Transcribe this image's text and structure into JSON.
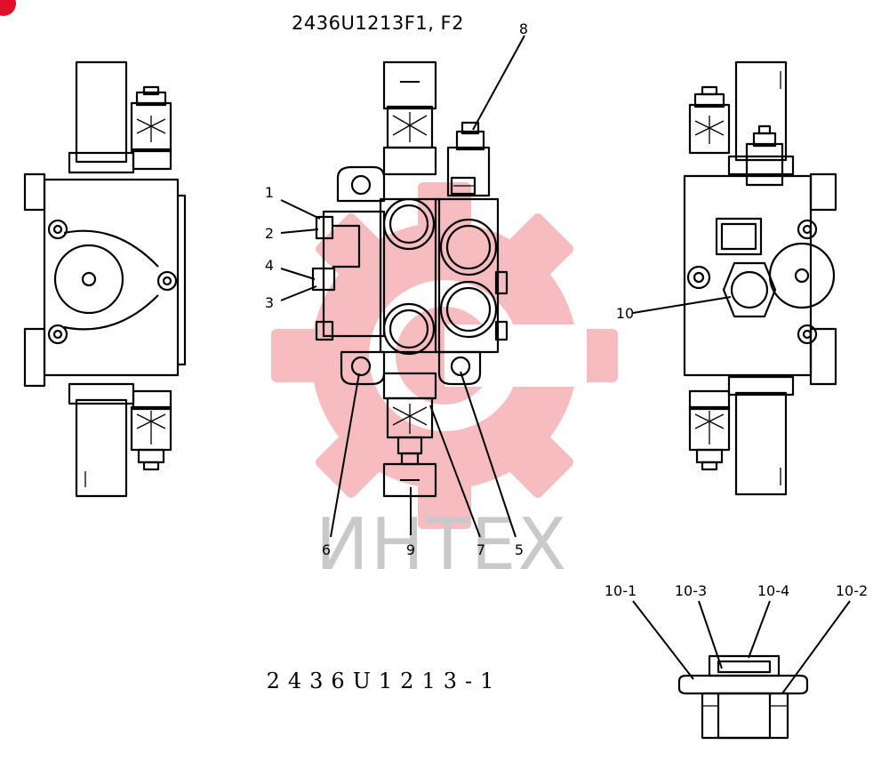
{
  "drawing": {
    "title": "2436U1213F1, F2",
    "caption": "2436U1213-1",
    "watermark_text": "ИНТЕХ",
    "watermark_color": "#f4a3a8",
    "corner_badge_color": "#e0102a"
  },
  "callouts": [
    {
      "id": "c1",
      "label": "1"
    },
    {
      "id": "c2",
      "label": "2"
    },
    {
      "id": "c3",
      "label": "3"
    },
    {
      "id": "c4",
      "label": "4"
    },
    {
      "id": "c5",
      "label": "5"
    },
    {
      "id": "c6",
      "label": "6"
    },
    {
      "id": "c7",
      "label": "7"
    },
    {
      "id": "c8",
      "label": "8"
    },
    {
      "id": "c9",
      "label": "9"
    },
    {
      "id": "c10",
      "label": "10"
    }
  ],
  "detail_callouts": [
    {
      "id": "d1",
      "label": "10-1"
    },
    {
      "id": "d3",
      "label": "10-3"
    },
    {
      "id": "d4",
      "label": "10-4"
    },
    {
      "id": "d2",
      "label": "10-2"
    }
  ]
}
